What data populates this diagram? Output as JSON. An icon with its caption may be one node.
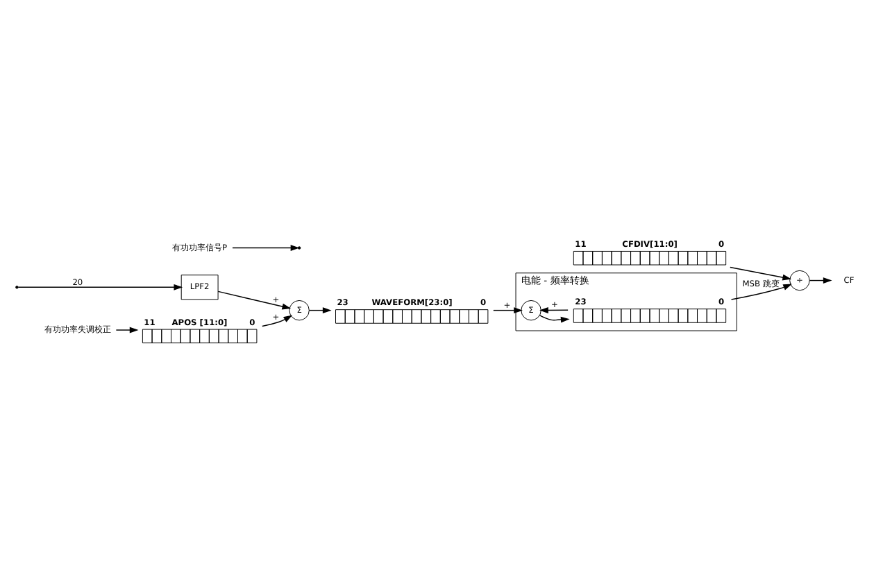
{
  "diagram": {
    "nodes": [
      {
        "text": [
          "11",
          "APOS [11:0]",
          "0"
        ]
      },
      {
        "text": [
          "有功功率失调校正"
        ]
      },
      {
        "text": [
          "LPF2"
        ]
      },
      {
        "text": [
          "Σ"
        ]
      },
      {
        "text": [
          "有功功率信号P"
        ]
      },
      {
        "text": [
          "23",
          "WAVEFORM[23:0]",
          "0"
        ]
      },
      {
        "text": [
          "电能 - 频率转换"
        ]
      },
      {
        "text": [
          "Σ"
        ],
        "in": 6
      },
      {
        "text": [
          "23",
          "0"
        ],
        "in": 6
      },
      {
        "text": [
          "11",
          "CFDIV[11:0]",
          "0"
        ]
      },
      {
        "text": [
          "÷"
        ]
      },
      {
        "text": [
          "CF"
        ]
      }
    ],
    "edges": [
      {
        "from": null,
        "to": 2,
        "arrow": "to",
        "label": "20"
      },
      {
        "from": 1,
        "to": 0,
        "arrow": "to"
      },
      {
        "from": 4,
        "to": null,
        "arrow": "to"
      },
      {
        "from": 2,
        "to": 3,
        "arrow": "to",
        "label": "+"
      },
      {
        "from": 0,
        "to": 3,
        "arrow": "to",
        "label": "+"
      },
      {
        "from": 3,
        "to": 5,
        "arrow": "to"
      },
      {
        "from": 5,
        "to": 7,
        "arrow": "to",
        "label": "+"
      },
      {
        "from": 7,
        "to": 8,
        "arrow": "to"
      },
      {
        "from": 8,
        "to": 7,
        "arrow": "to",
        "label": "+"
      },
      {
        "from": 8,
        "to": 10,
        "arrow": "to",
        "label": "MSB 跳变"
      },
      {
        "from": 9,
        "to": 10,
        "arrow": "to"
      },
      {
        "from": 10,
        "to": 11,
        "arrow": "to"
      }
    ]
  }
}
